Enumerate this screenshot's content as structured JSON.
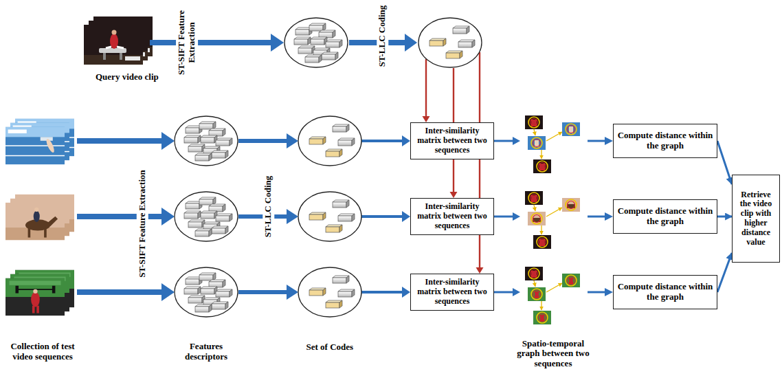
{
  "diagram": {
    "nodes": [
      {
        "text": [
          "Inter-similarity matrix between two sequences"
        ]
      },
      {
        "text": [
          "Inter-similarity matrix between two sequences"
        ]
      },
      {
        "text": [
          "Inter-similarity matrix between two sequences"
        ]
      },
      {
        "text": [
          "Compute distance within the graph"
        ]
      },
      {
        "text": [
          "Compute distance within the graph"
        ]
      },
      {
        "text": [
          "Compute distance within the graph"
        ]
      },
      {
        "text": [
          "Retrieve the video clip with higher distance value"
        ]
      }
    ],
    "edges": [
      {
        "from": 3,
        "to": 6,
        "arrow": "to"
      },
      {
        "from": 4,
        "to": 6,
        "arrow": "to"
      },
      {
        "from": 5,
        "to": 6,
        "arrow": "to"
      }
    ],
    "labels": [
      "Query video clip",
      "ST-SIFT Feature Extraction",
      "ST-LLC Coding",
      "ST-SIFT Feature Extraction",
      "ST-LLC Coding",
      "Collection of test video sequences",
      "Features descriptors",
      "Set of Codes",
      "Spatio-temporal graph between two sequences"
    ]
  }
}
